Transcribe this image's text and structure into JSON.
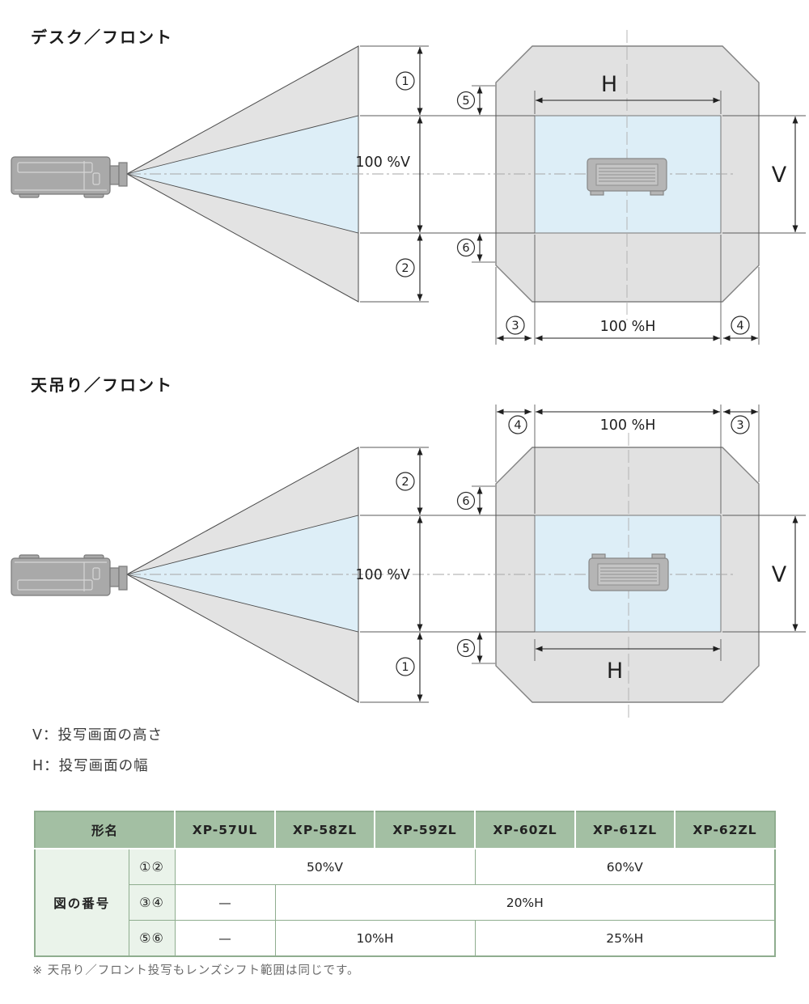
{
  "diagram1": {
    "title": "デスク／フロント",
    "labels": {
      "pct_v": "100 %V",
      "pct_h": "100 %H",
      "h": "H",
      "v": "V"
    },
    "callouts": {
      "c1": "1",
      "c2": "2",
      "c3": "3",
      "c4": "4",
      "c5": "5",
      "c6": "6"
    }
  },
  "diagram2": {
    "title": "天吊り／フロント",
    "labels": {
      "pct_v": "100 %V",
      "pct_h": "100 %H",
      "h": "H",
      "v": "V"
    },
    "callouts": {
      "c1": "1",
      "c2": "2",
      "c3": "3",
      "c4": "4",
      "c5": "5",
      "c6": "6"
    }
  },
  "legend": {
    "v_line": "V：投写画面の高さ",
    "h_line": "H：投写画面の幅"
  },
  "table": {
    "header": [
      "形名",
      "XP-57UL",
      "XP-58ZL",
      "XP-59ZL",
      "XP-60ZL",
      "XP-61ZL",
      "XP-62ZL"
    ],
    "row_group_label": "図の番号",
    "rows": [
      {
        "label": "①②",
        "cells": [
          {
            "text": "50%V",
            "span": 3
          },
          {
            "text": "60%V",
            "span": 3
          }
        ]
      },
      {
        "label": "③④",
        "cells": [
          {
            "text": "—",
            "span": 1
          },
          {
            "text": "20%H",
            "span": 5
          }
        ]
      },
      {
        "label": "⑤⑥",
        "cells": [
          {
            "text": "—",
            "span": 1
          },
          {
            "text": "10%H",
            "span": 2
          },
          {
            "text": "25%H",
            "span": 3
          }
        ]
      }
    ]
  },
  "footnote": "※ 天吊り／フロント投写もレンズシフト範囲は同じです。",
  "colors": {
    "cone_gray": "#e3e3e3",
    "screen_gray": "#e1e1e1",
    "beam_blue": "#ddeef7",
    "outline": "#4a4a4a",
    "screen_outline": "#818181",
    "dim": "#1f1f1f",
    "table_header_bg": "#a3bfa3",
    "table_label_bg": "#eaf3ea",
    "table_border": "#8fad8f"
  }
}
